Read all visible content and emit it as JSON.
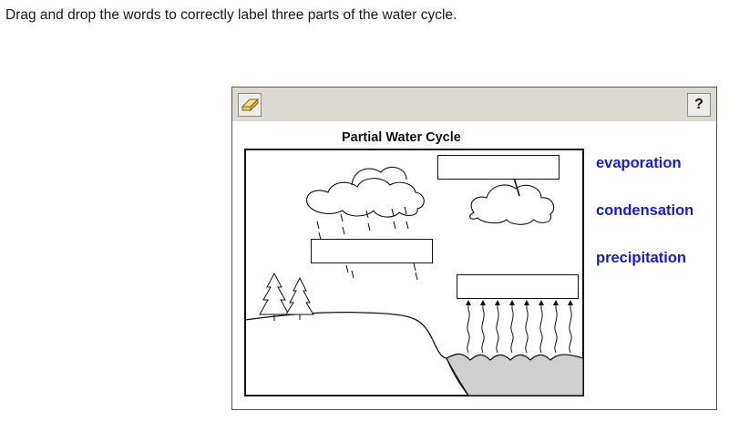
{
  "instruction": "Drag and drop the words to correctly label three parts of the water cycle.",
  "toolbar": {
    "help_label": "?"
  },
  "diagram": {
    "title": "Partial Water Cycle"
  },
  "word_bank": [
    "evaporation",
    "condensation",
    "precipitation"
  ]
}
